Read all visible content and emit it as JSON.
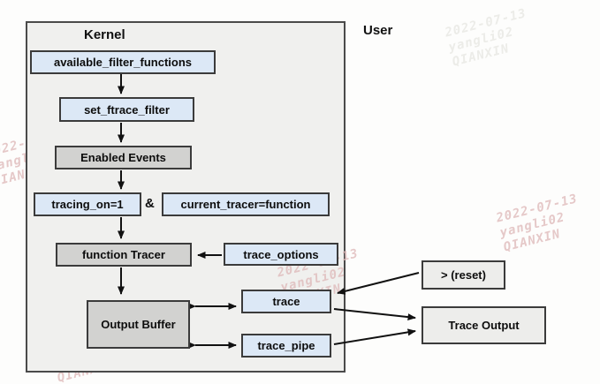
{
  "diagram": {
    "kernel_label": "Kernel",
    "user_label": "User",
    "nodes": {
      "available_filter_functions": "available_filter_functions",
      "set_ftrace_filter": "set_ftrace_filter",
      "enabled_events": "Enabled Events",
      "tracing_on": "tracing_on=1",
      "ampersand": "&",
      "current_tracer": "current_tracer=function",
      "function_tracer": "function Tracer",
      "trace_options": "trace_options",
      "output_buffer": "Output Buffer",
      "trace": "trace",
      "trace_pipe": "trace_pipe",
      "reset": "> (reset)",
      "trace_output": "Trace Output"
    },
    "watermark": {
      "lines": [
        "2022-07-13",
        "yangli02",
        "QIANXIN"
      ]
    },
    "colors": {
      "node_blue": "#dce8f6",
      "node_gray": "#d2d2d0",
      "node_plain": "#ededeb",
      "kernel_bg": "#f0f0ee",
      "border": "#3b3b3b",
      "arrow": "#111111",
      "watermark_pink": "#debaba",
      "watermark_gray": "#d5d5d0"
    }
  }
}
